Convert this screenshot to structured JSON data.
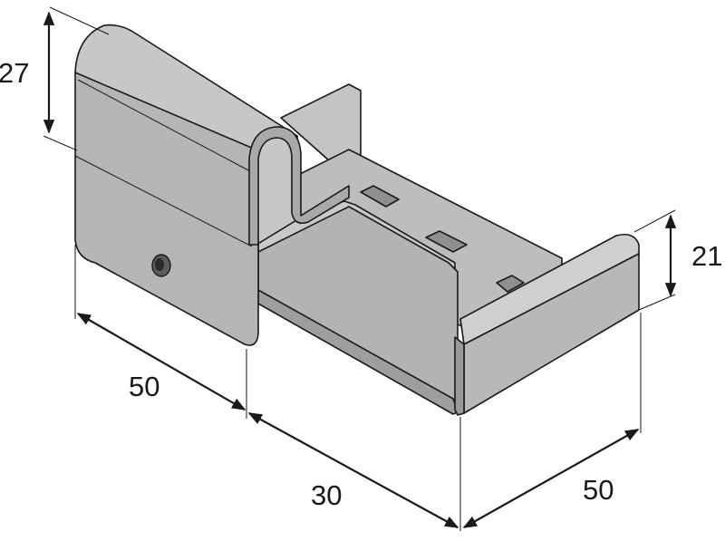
{
  "dimensions": {
    "height_left": "27",
    "height_right": "21",
    "width_front_left": "50",
    "length_middle": "30",
    "width_front_right": "50"
  },
  "colors": {
    "metal_face": "#b6b6b6",
    "metal_light": "#cfcfcf",
    "metal_dark": "#9c9c9c",
    "metal_shadow": "#8a8a8a",
    "line": "#1a1a1a"
  }
}
